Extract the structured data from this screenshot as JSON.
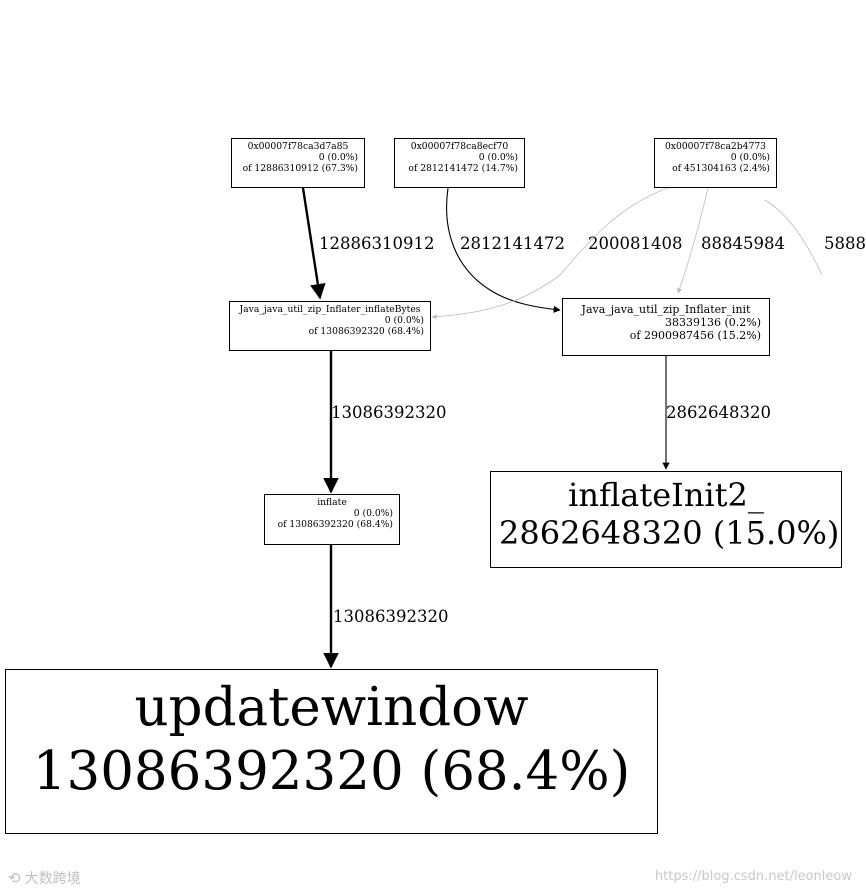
{
  "nodes": {
    "addr1": {
      "name": "0x00007f78ca3d7a85",
      "self": "0 (0.0%)",
      "total": "of 12886310912 (67.3%)"
    },
    "addr2": {
      "name": "0x00007f78ca8ecf70",
      "self": "0 (0.0%)",
      "total": "of 2812141472 (14.7%)"
    },
    "addr3": {
      "name": "0x00007f78ca2b4773",
      "self": "0 (0.0%)",
      "total": "of 451304163 (2.4%)"
    },
    "inflateBytes": {
      "name": "Java_java_util_zip_Inflater_inflateBytes",
      "self": "0 (0.0%)",
      "total": "of 13086392320 (68.4%)"
    },
    "inflaterInit": {
      "name": "Java_java_util_zip_Inflater_init",
      "self": "38339136 (0.2%)",
      "total": "of 2900987456 (15.2%)"
    },
    "inflate": {
      "name": "inflate",
      "self": "0 (0.0%)",
      "total": "of 13086392320 (68.4%)"
    },
    "inflateInit2": {
      "name": "inflateInit2_",
      "self": "2862648320 (15.0%)"
    },
    "updatewindow": {
      "name": "updatewindow",
      "self": "13086392320 (68.4%)"
    }
  },
  "edges": {
    "e1": "12886310912",
    "e2": "2812141472",
    "e3": "200081408",
    "e4": "88845984",
    "e5": "5888",
    "e6": "13086392320",
    "e7": "2862648320",
    "e8": "13086392320"
  },
  "watermark": {
    "left": "大数跨境",
    "right": "https://blog.csdn.net/leonleow"
  }
}
